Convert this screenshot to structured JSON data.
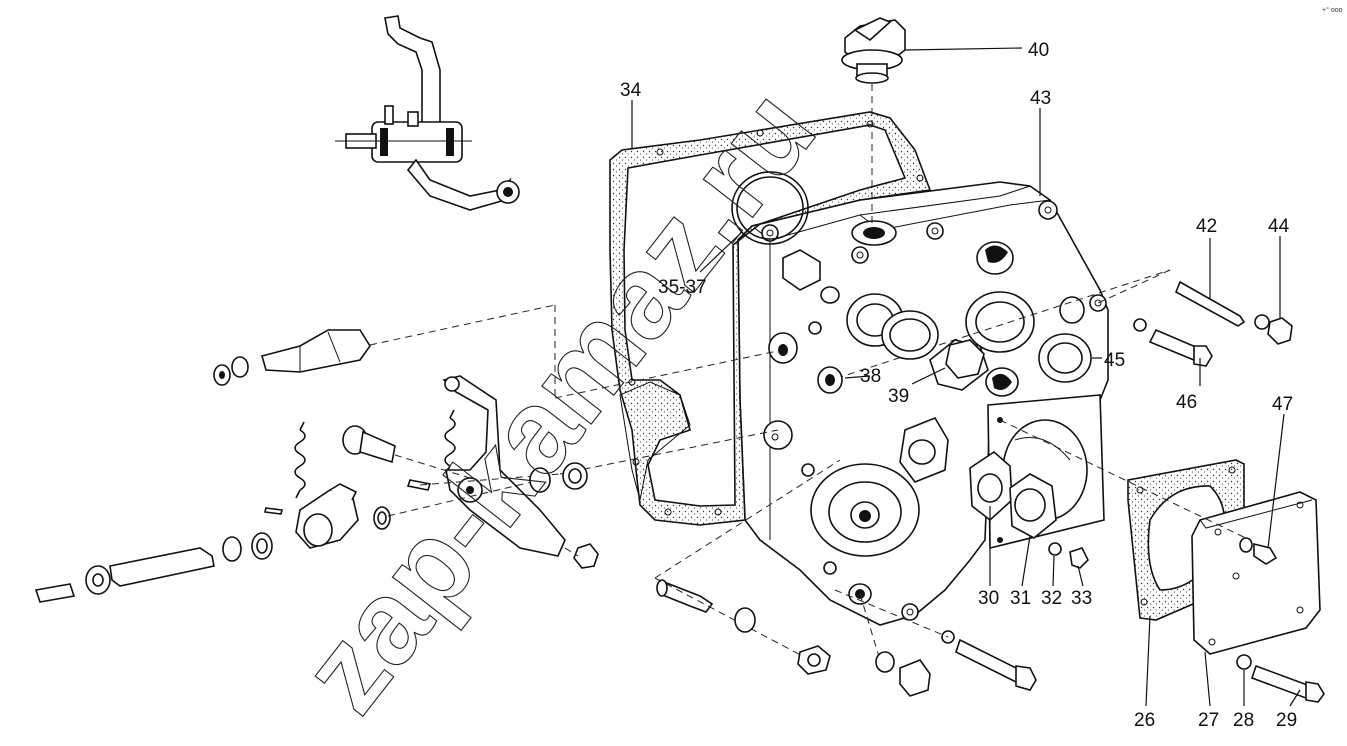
{
  "diagram": {
    "watermark": "zap-kamaz.ru",
    "corner_mark": "+° ooo",
    "callouts": [
      {
        "id": "c40",
        "label": "40"
      },
      {
        "id": "c34",
        "label": "34"
      },
      {
        "id": "c43",
        "label": "43"
      },
      {
        "id": "c42",
        "label": "42"
      },
      {
        "id": "c44",
        "label": "44"
      },
      {
        "id": "c3537",
        "label": "35-37"
      },
      {
        "id": "c45",
        "label": "45"
      },
      {
        "id": "c38",
        "label": "38"
      },
      {
        "id": "c39",
        "label": "39"
      },
      {
        "id": "c46",
        "label": "46"
      },
      {
        "id": "c47",
        "label": "47"
      },
      {
        "id": "c30",
        "label": "30"
      },
      {
        "id": "c31",
        "label": "31"
      },
      {
        "id": "c32",
        "label": "32"
      },
      {
        "id": "c33",
        "label": "33"
      },
      {
        "id": "c26",
        "label": "26"
      },
      {
        "id": "c27",
        "label": "27"
      },
      {
        "id": "c28",
        "label": "28"
      },
      {
        "id": "c29",
        "label": "29"
      }
    ]
  }
}
